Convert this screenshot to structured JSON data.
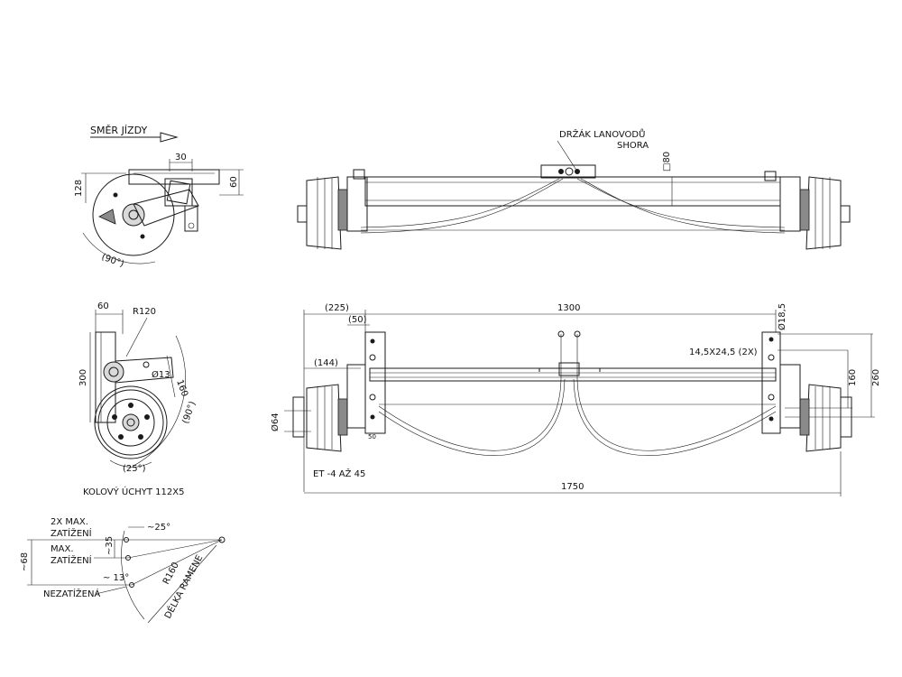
{
  "labels": {
    "direction": "SMĚR JÍZDY",
    "cable_holder_1": "DRŽÁK LANOVODŮ",
    "cable_holder_2": "SHORA",
    "bolt_pattern": "KOLOVÝ ÚCHYT 112X5",
    "offset": "ET -4  AŽ 45",
    "load_2x_1": "2X MAX.",
    "load_2x_2": "ZATÍŽENÍ",
    "load_max_1": "MAX.",
    "load_max_2": "ZATÍŽENÍ",
    "unloaded": "NEZATÍŽENÁ",
    "arm_length": "DÉLKA RAMENE"
  },
  "dims": {
    "d30": "30",
    "d128": "128",
    "d60a": "60",
    "d90a": "(90°)",
    "d60b": "60",
    "r120": "R120",
    "d300": "300",
    "d160a": "160",
    "o13": "Ø13",
    "d90b": "(90°)",
    "d25": "(25°)",
    "sq80": "□80",
    "d225": "(225)",
    "d1300": "1300",
    "d50": "(50)",
    "o185": "Ø18,5",
    "slot": "14,5X24,5 (2X)",
    "d144": "(144)",
    "d160b": "160",
    "d260": "260",
    "o64": "Ø64",
    "d50b": "50",
    "d1750": "1750",
    "a25": "~25°",
    "d35": "~35",
    "d68": "~68",
    "a13": "~ 13°",
    "r160": "R160"
  }
}
